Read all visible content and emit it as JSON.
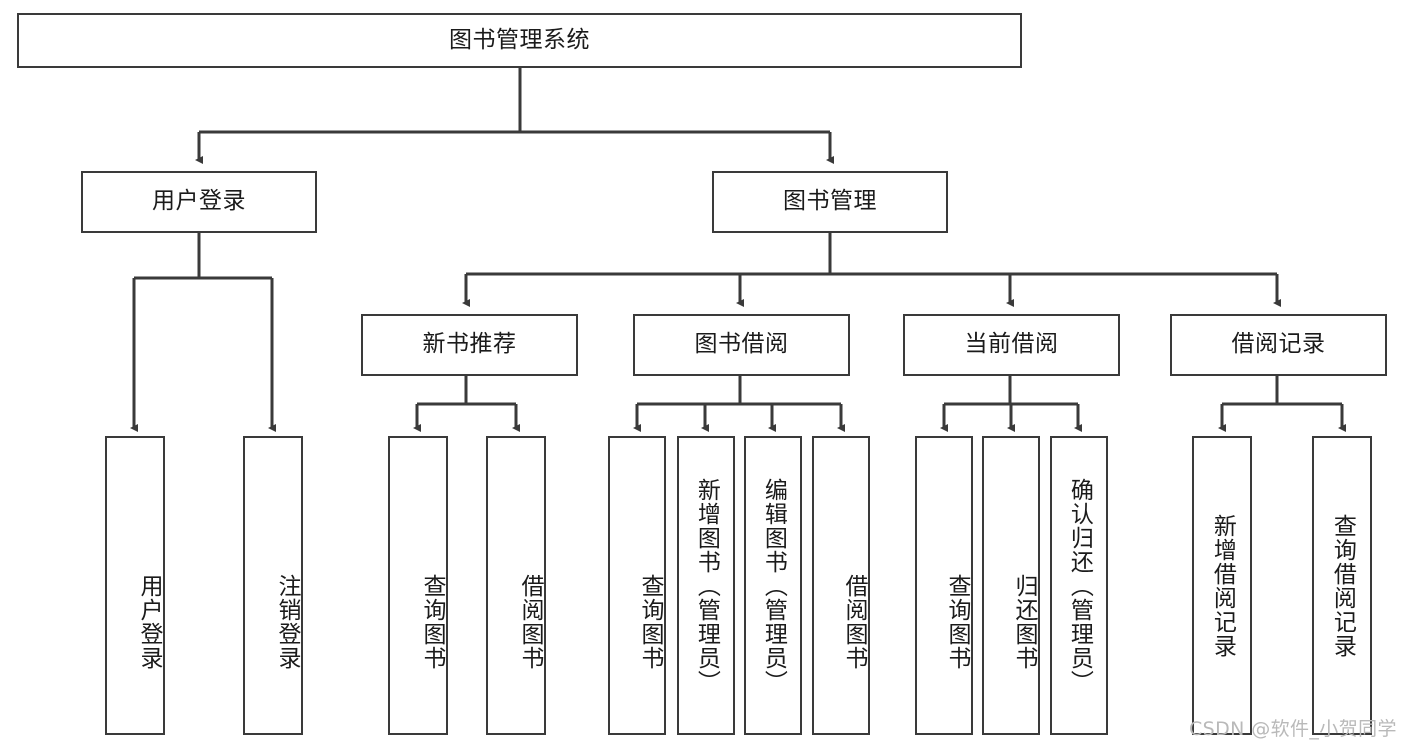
{
  "diagram": {
    "title": "图书管理系统",
    "type": "hierarchy-tree",
    "line_color": "#3a3a3a",
    "box_fill": "#ffffff",
    "text_color": "#1b1b1b",
    "root": {
      "id": "root",
      "label": "图书管理系统"
    },
    "level2": [
      {
        "id": "user-login",
        "label": "用户登录"
      },
      {
        "id": "book-manage",
        "label": "图书管理"
      }
    ],
    "level3": [
      {
        "id": "new-book-rec",
        "label": "新书推荐"
      },
      {
        "id": "book-borrow",
        "label": "图书借阅"
      },
      {
        "id": "current-borrow",
        "label": "当前借阅"
      },
      {
        "id": "borrow-record",
        "label": "借阅记录"
      }
    ],
    "leaves": {
      "user_login": [
        {
          "id": "leaf-user-login",
          "label": "用户登录"
        },
        {
          "id": "leaf-logout",
          "label": "注销登录"
        }
      ],
      "new_book_rec": [
        {
          "id": "leaf-query-book-1",
          "label": "查询图书"
        },
        {
          "id": "leaf-borrow-book-1",
          "label": "借阅图书"
        }
      ],
      "book_borrow": [
        {
          "id": "leaf-query-book-2",
          "label": "查询图书"
        },
        {
          "id": "leaf-add-book",
          "label": "新增图书（管理员）"
        },
        {
          "id": "leaf-edit-book",
          "label": "编辑图书（管理员）"
        },
        {
          "id": "leaf-borrow-book-2",
          "label": "借阅图书"
        }
      ],
      "current_borrow": [
        {
          "id": "leaf-query-book-3",
          "label": "查询图书"
        },
        {
          "id": "leaf-return-book",
          "label": "归还图书"
        },
        {
          "id": "leaf-confirm-return",
          "label": "确认归还（管理员）"
        }
      ],
      "borrow_record": [
        {
          "id": "leaf-add-record",
          "label": "新增借阅记录"
        },
        {
          "id": "leaf-query-record",
          "label": "查询借阅记录"
        }
      ]
    }
  },
  "watermark": {
    "text": "CSDN @软件_小贺同学"
  }
}
